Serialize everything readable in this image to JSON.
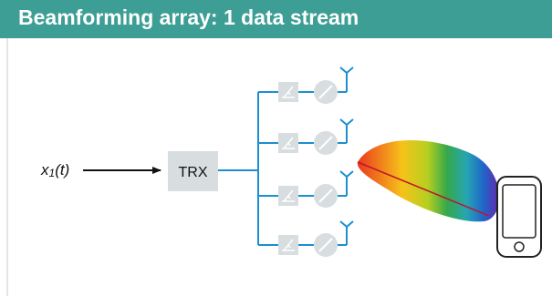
{
  "title": "Beamforming array: 1 data stream",
  "input_signal": {
    "name": "x",
    "subscript": "1",
    "arg": "(t)"
  },
  "transceiver_label": "TRX",
  "branch_count": 4,
  "colors": {
    "header": "#3c9e95",
    "feed_line": "#1c8fd0",
    "component_fill": "#d8dde0",
    "component_mark": "#ffffff",
    "beam_gradient": [
      "#e8391e",
      "#f07a1b",
      "#f6c21a",
      "#b6cf20",
      "#35a84a",
      "#26a5b2",
      "#1f66c9",
      "#5c2fb0"
    ],
    "beam_axis": "#c0142c",
    "device_outline": "#222222"
  },
  "icons": [
    "phase-shifter-icon",
    "amplifier-icon",
    "antenna-icon",
    "beam-lobe-icon",
    "smartphone-icon",
    "arrow-right-icon"
  ]
}
